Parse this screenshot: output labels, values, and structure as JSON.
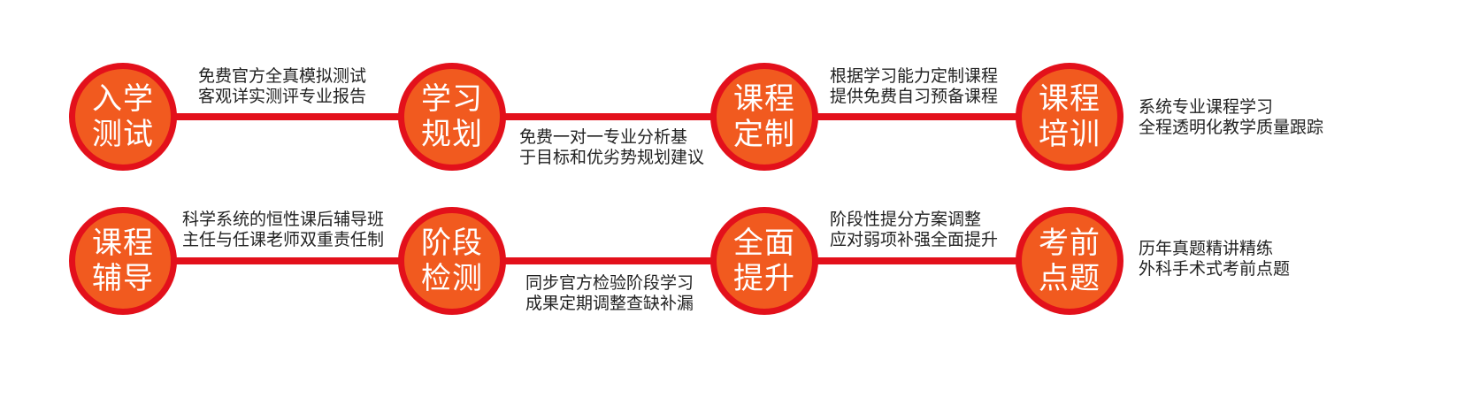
{
  "colors": {
    "accent": "#e3101b",
    "node_fill": "#f15a1f",
    "text": "#222222"
  },
  "row1": {
    "nodes": [
      {
        "line1": "入学",
        "line2": "测试"
      },
      {
        "line1": "学习",
        "line2": "规划"
      },
      {
        "line1": "课程",
        "line2": "定制"
      },
      {
        "line1": "课程",
        "line2": "培训"
      }
    ],
    "descs": [
      {
        "line1": "免费官方全真模拟测试",
        "line2": "客观详实测评专业报告"
      },
      {
        "line1": "免费一对一专业分析基",
        "line2": "于目标和优劣势规划建议"
      },
      {
        "line1": "根据学习能力定制课程",
        "line2": "提供免费自习预备课程"
      },
      {
        "line1": "系统专业课程学习",
        "line2": "全程透明化教学质量跟踪"
      }
    ]
  },
  "row2": {
    "nodes": [
      {
        "line1": "课程",
        "line2": "辅导"
      },
      {
        "line1": "阶段",
        "line2": "检测"
      },
      {
        "line1": "全面",
        "line2": "提升"
      },
      {
        "line1": "考前",
        "line2": "点题"
      }
    ],
    "descs": [
      {
        "line1": "科学系统的恒性课后辅导班",
        "line2": "主任与任课老师双重责任制"
      },
      {
        "line1": "同步官方检验阶段学习",
        "line2": "成果定期调整查缺补漏"
      },
      {
        "line1": "阶段性提分方案调整",
        "line2": "应对弱项补强全面提升"
      },
      {
        "line1": "历年真题精讲精练",
        "line2": "外科手术式考前点题"
      }
    ]
  }
}
